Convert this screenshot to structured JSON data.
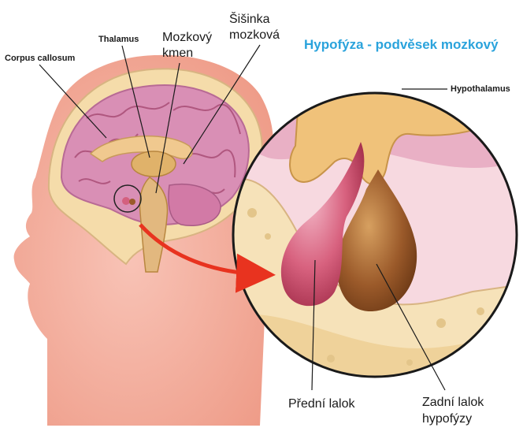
{
  "title": "Hypofýza - podvěsek mozkový",
  "labels": {
    "corpus_callosum": "Corpus callosum",
    "thalamus": "Thalamus",
    "brainstem_1": "Mozkový",
    "brainstem_2": "kmen",
    "pineal_1": "Šišinka",
    "pineal_2": "mozková",
    "hypothalamus": "Hypothalamus",
    "anterior_lobe": "Přední lalok",
    "posterior_lobe_1": "Zadní lalok",
    "posterior_lobe_2": "hypofýzy"
  },
  "colors": {
    "title": "#2aa3dc",
    "skin": "#f2a08f",
    "brain": "#d98fb5",
    "anterior_lobe": "#d4607f",
    "posterior_lobe": "#9b5a2a",
    "arrow": "#e8331f"
  }
}
